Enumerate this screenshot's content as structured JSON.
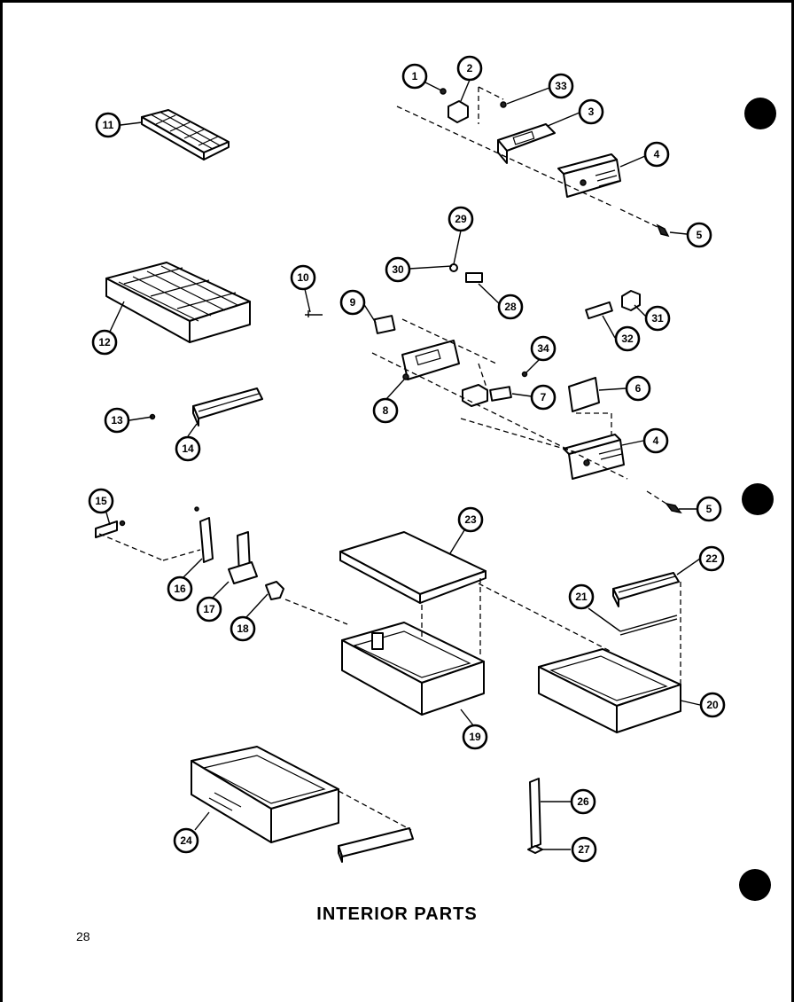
{
  "title": "INTERIOR PARTS",
  "page_number": "28",
  "callouts": [
    "1",
    "2",
    "33",
    "3",
    "4",
    "5",
    "11",
    "29",
    "30",
    "28",
    "12",
    "10",
    "9",
    "31",
    "32",
    "34",
    "7",
    "6",
    "8",
    "13",
    "14",
    "4",
    "5",
    "15",
    "23",
    "22",
    "21",
    "16",
    "17",
    "18",
    "19",
    "20",
    "26",
    "24",
    "27"
  ]
}
